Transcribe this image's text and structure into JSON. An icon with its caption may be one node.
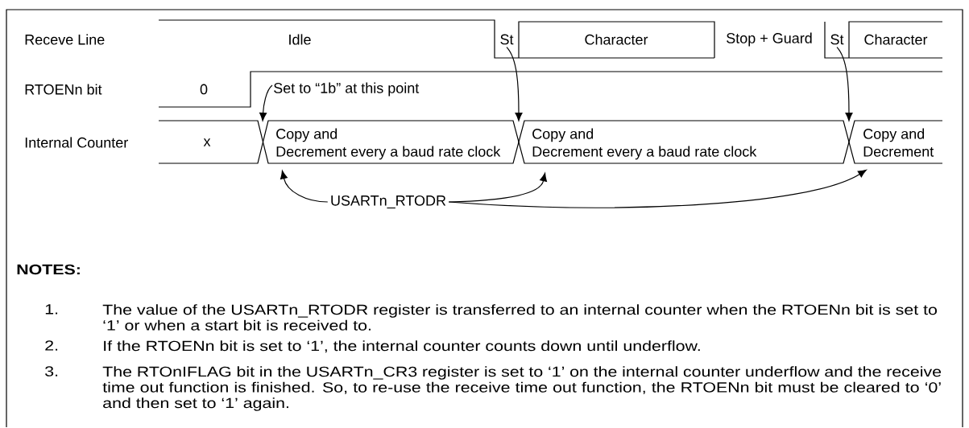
{
  "diagram": {
    "nodes": [
      {
        "text": [
          "Idle"
        ]
      },
      {
        "text": [
          "St"
        ]
      },
      {
        "text": [
          "Character"
        ]
      },
      {
        "text": [
          "Stop + Guard"
        ]
      },
      {
        "text": [
          "St"
        ]
      },
      {
        "text": [
          "Character"
        ]
      },
      {
        "text": [
          "0"
        ]
      },
      {
        "text": [
          "Set to “1b” at this point"
        ]
      },
      {
        "text": [
          "x"
        ]
      },
      {
        "text": [
          "Copy and",
          "Decrement every a baud rate clock"
        ]
      },
      {
        "text": [
          "Copy and",
          "Decrement every a baud rate clock"
        ]
      },
      {
        "text": [
          "Copy and",
          "Decrement"
        ]
      },
      {
        "text": [
          "USARTn_RTODR"
        ]
      }
    ],
    "edges": [
      {
        "from": 7,
        "to": 9,
        "arrow": "to"
      },
      {
        "from": 1,
        "to": 10,
        "arrow": "to"
      },
      {
        "from": 4,
        "to": 11,
        "arrow": "to"
      },
      {
        "from": 12,
        "to": 9,
        "arrow": "to"
      },
      {
        "from": 12,
        "to": 10,
        "arrow": "to"
      },
      {
        "from": 12,
        "to": 11,
        "arrow": "to"
      }
    ],
    "labels": [
      "Receve Line",
      "RTOENn bit",
      "Internal Counter",
      "NOTES:",
      "1.",
      "The value of the USARTn_RTODR register is transferred to an internal counter when the RTOENn bit is set to ‘1’ or when a start bit is received to.",
      "2.",
      "If the RTOENn bit is set to ‘1’, the internal counter counts down until underflow.",
      "3.",
      "The RTOnIFLAG bit in the USARTn_CR3 register is set to ‘1’ on the internal counter underflow and the receive time out function is finished. So, to re-use the receive time out function, the RTOENn bit must be cleared to ‘0’ and then set to ‘1’ again."
    ]
  }
}
